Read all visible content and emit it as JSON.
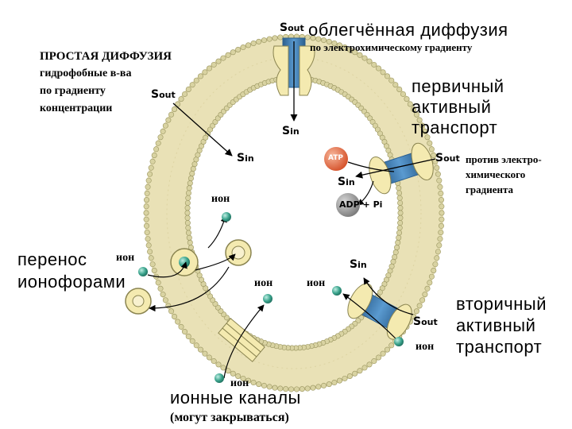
{
  "labels": {
    "facilitated_title": "облегчённая диффузия",
    "facilitated_sub": "по электрохимическому градиенту",
    "simple_title": "ПРОСТАЯ ДИФФУЗИЯ",
    "simple_line1": "гидрофобные в-ва",
    "simple_line2": "по градиенту",
    "simple_line3": "концентрации",
    "primary_line1": "первичный",
    "primary_line2": "активный",
    "primary_line3": "транспорт",
    "against_line1": "против электро-",
    "against_line2": "химического",
    "against_line3": "градиента",
    "ionophore_line1": "перенос",
    "ionophore_line2": "ионофорами",
    "channels_line1": "ионные каналы",
    "channels_line2": "(могут закрываться)",
    "secondary_line1": "вторичный",
    "secondary_line2": "активный",
    "secondary_line3": "транспорт"
  },
  "symbols": {
    "s": "S",
    "out": "out",
    "in": "in",
    "ion": "ион",
    "atp": "ATP",
    "adp": "ADP + P",
    "adp_sub": "i"
  },
  "colors": {
    "membrane": "#e9e1b6",
    "head": "#d9d3a2",
    "head_edge": "#9a9560",
    "protein": "#f4eab0",
    "protein_edge": "#8a8450",
    "channel_blue": "#3e78ad",
    "ion": "#3aa38c",
    "atp": "#e0673c",
    "adp": "#8c8c8c"
  }
}
